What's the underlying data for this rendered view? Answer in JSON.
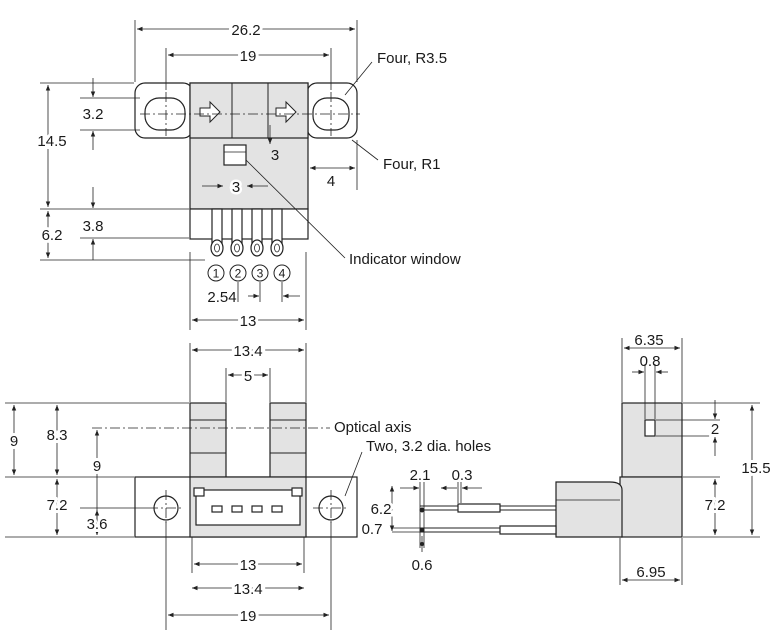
{
  "top_view": {
    "dims": {
      "overall_width": "26.2",
      "hole_pitch": "19",
      "height": "14.5",
      "hole_offset": "3.2",
      "window_height": "3",
      "window_width": "3",
      "ear_width": "4",
      "lead_stub": "3.8",
      "lead_length": "6.2",
      "pin_pitch": "2.54",
      "pin_span": "13"
    },
    "callouts": {
      "outer_radius": "Four, R3.5",
      "inner_radius": "Four, R1",
      "indicator": "Indicator window"
    },
    "pins": [
      "1",
      "2",
      "3",
      "4"
    ]
  },
  "front_view": {
    "dims": {
      "overall_width": "13.4",
      "slot_width": "5",
      "total_height": "9",
      "upper_height": "8.3",
      "axis_height": "9",
      "base_height": "7.2",
      "hole_center_height": "3.6",
      "bottom_width": "13",
      "bottom_width_outer": "13.4",
      "hole_pitch": "19"
    },
    "callouts": {
      "optical_axis": "Optical axis",
      "holes": "Two, 3.2 dia. holes"
    }
  },
  "side_view": {
    "dims": {
      "top_width": "6.35",
      "window_width": "0.8",
      "window_height": "2",
      "total_height": "15.5",
      "base_height": "7.2",
      "bottom_width": "6.95",
      "lead_offset": "2.1",
      "lead_thickness": "0.3",
      "lead_span": "6.2",
      "lead_pitch": "0.7",
      "lead_width": "0.6"
    }
  }
}
